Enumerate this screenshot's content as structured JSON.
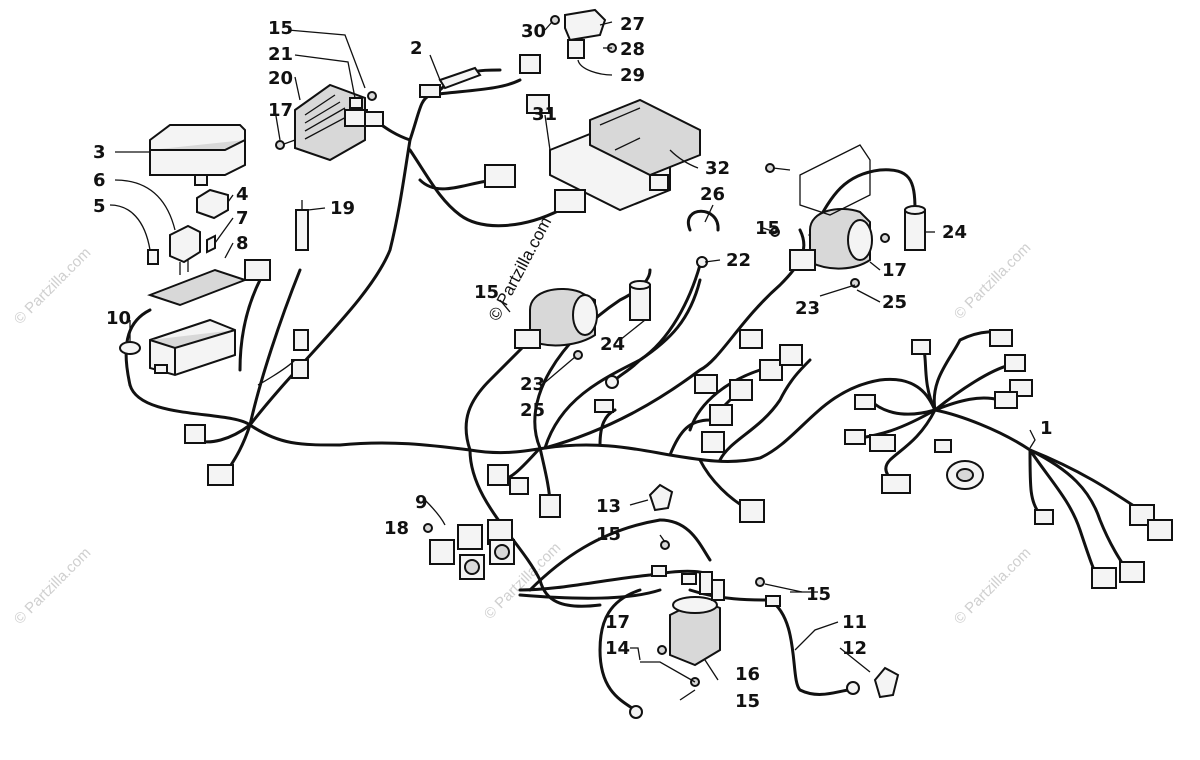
{
  "diagram": {
    "callouts": [
      {
        "id": "c1",
        "text": "1"
      },
      {
        "id": "c2",
        "text": "2"
      },
      {
        "id": "c3",
        "text": "3"
      },
      {
        "id": "c4",
        "text": "4"
      },
      {
        "id": "c5",
        "text": "5"
      },
      {
        "id": "c6",
        "text": "6"
      },
      {
        "id": "c7",
        "text": "7"
      },
      {
        "id": "c8",
        "text": "8"
      },
      {
        "id": "c9",
        "text": "9"
      },
      {
        "id": "c10",
        "text": "10"
      },
      {
        "id": "c11",
        "text": "11"
      },
      {
        "id": "c12",
        "text": "12"
      },
      {
        "id": "c13",
        "text": "13"
      },
      {
        "id": "c14",
        "text": "14"
      },
      {
        "id": "c15a",
        "text": "15"
      },
      {
        "id": "c15b",
        "text": "15"
      },
      {
        "id": "c15c",
        "text": "15"
      },
      {
        "id": "c15d",
        "text": "15"
      },
      {
        "id": "c15e",
        "text": "15"
      },
      {
        "id": "c15f",
        "text": "15"
      },
      {
        "id": "c16",
        "text": "16"
      },
      {
        "id": "c17a",
        "text": "17"
      },
      {
        "id": "c17b",
        "text": "17"
      },
      {
        "id": "c17c",
        "text": "17"
      },
      {
        "id": "c18",
        "text": "18"
      },
      {
        "id": "c19",
        "text": "19"
      },
      {
        "id": "c20",
        "text": "20"
      },
      {
        "id": "c21",
        "text": "21"
      },
      {
        "id": "c22",
        "text": "22"
      },
      {
        "id": "c23a",
        "text": "23"
      },
      {
        "id": "c23b",
        "text": "23"
      },
      {
        "id": "c24a",
        "text": "24"
      },
      {
        "id": "c24b",
        "text": "24"
      },
      {
        "id": "c25a",
        "text": "25"
      },
      {
        "id": "c25b",
        "text": "25"
      },
      {
        "id": "c26",
        "text": "26"
      },
      {
        "id": "c27",
        "text": "27"
      },
      {
        "id": "c28",
        "text": "28"
      },
      {
        "id": "c29",
        "text": "29"
      },
      {
        "id": "c30",
        "text": "30"
      },
      {
        "id": "c31",
        "text": "31"
      },
      {
        "id": "c32",
        "text": "32"
      }
    ],
    "watermark_center": "© Partzilla.com",
    "watermark_faint": "© Partzilla.com"
  }
}
